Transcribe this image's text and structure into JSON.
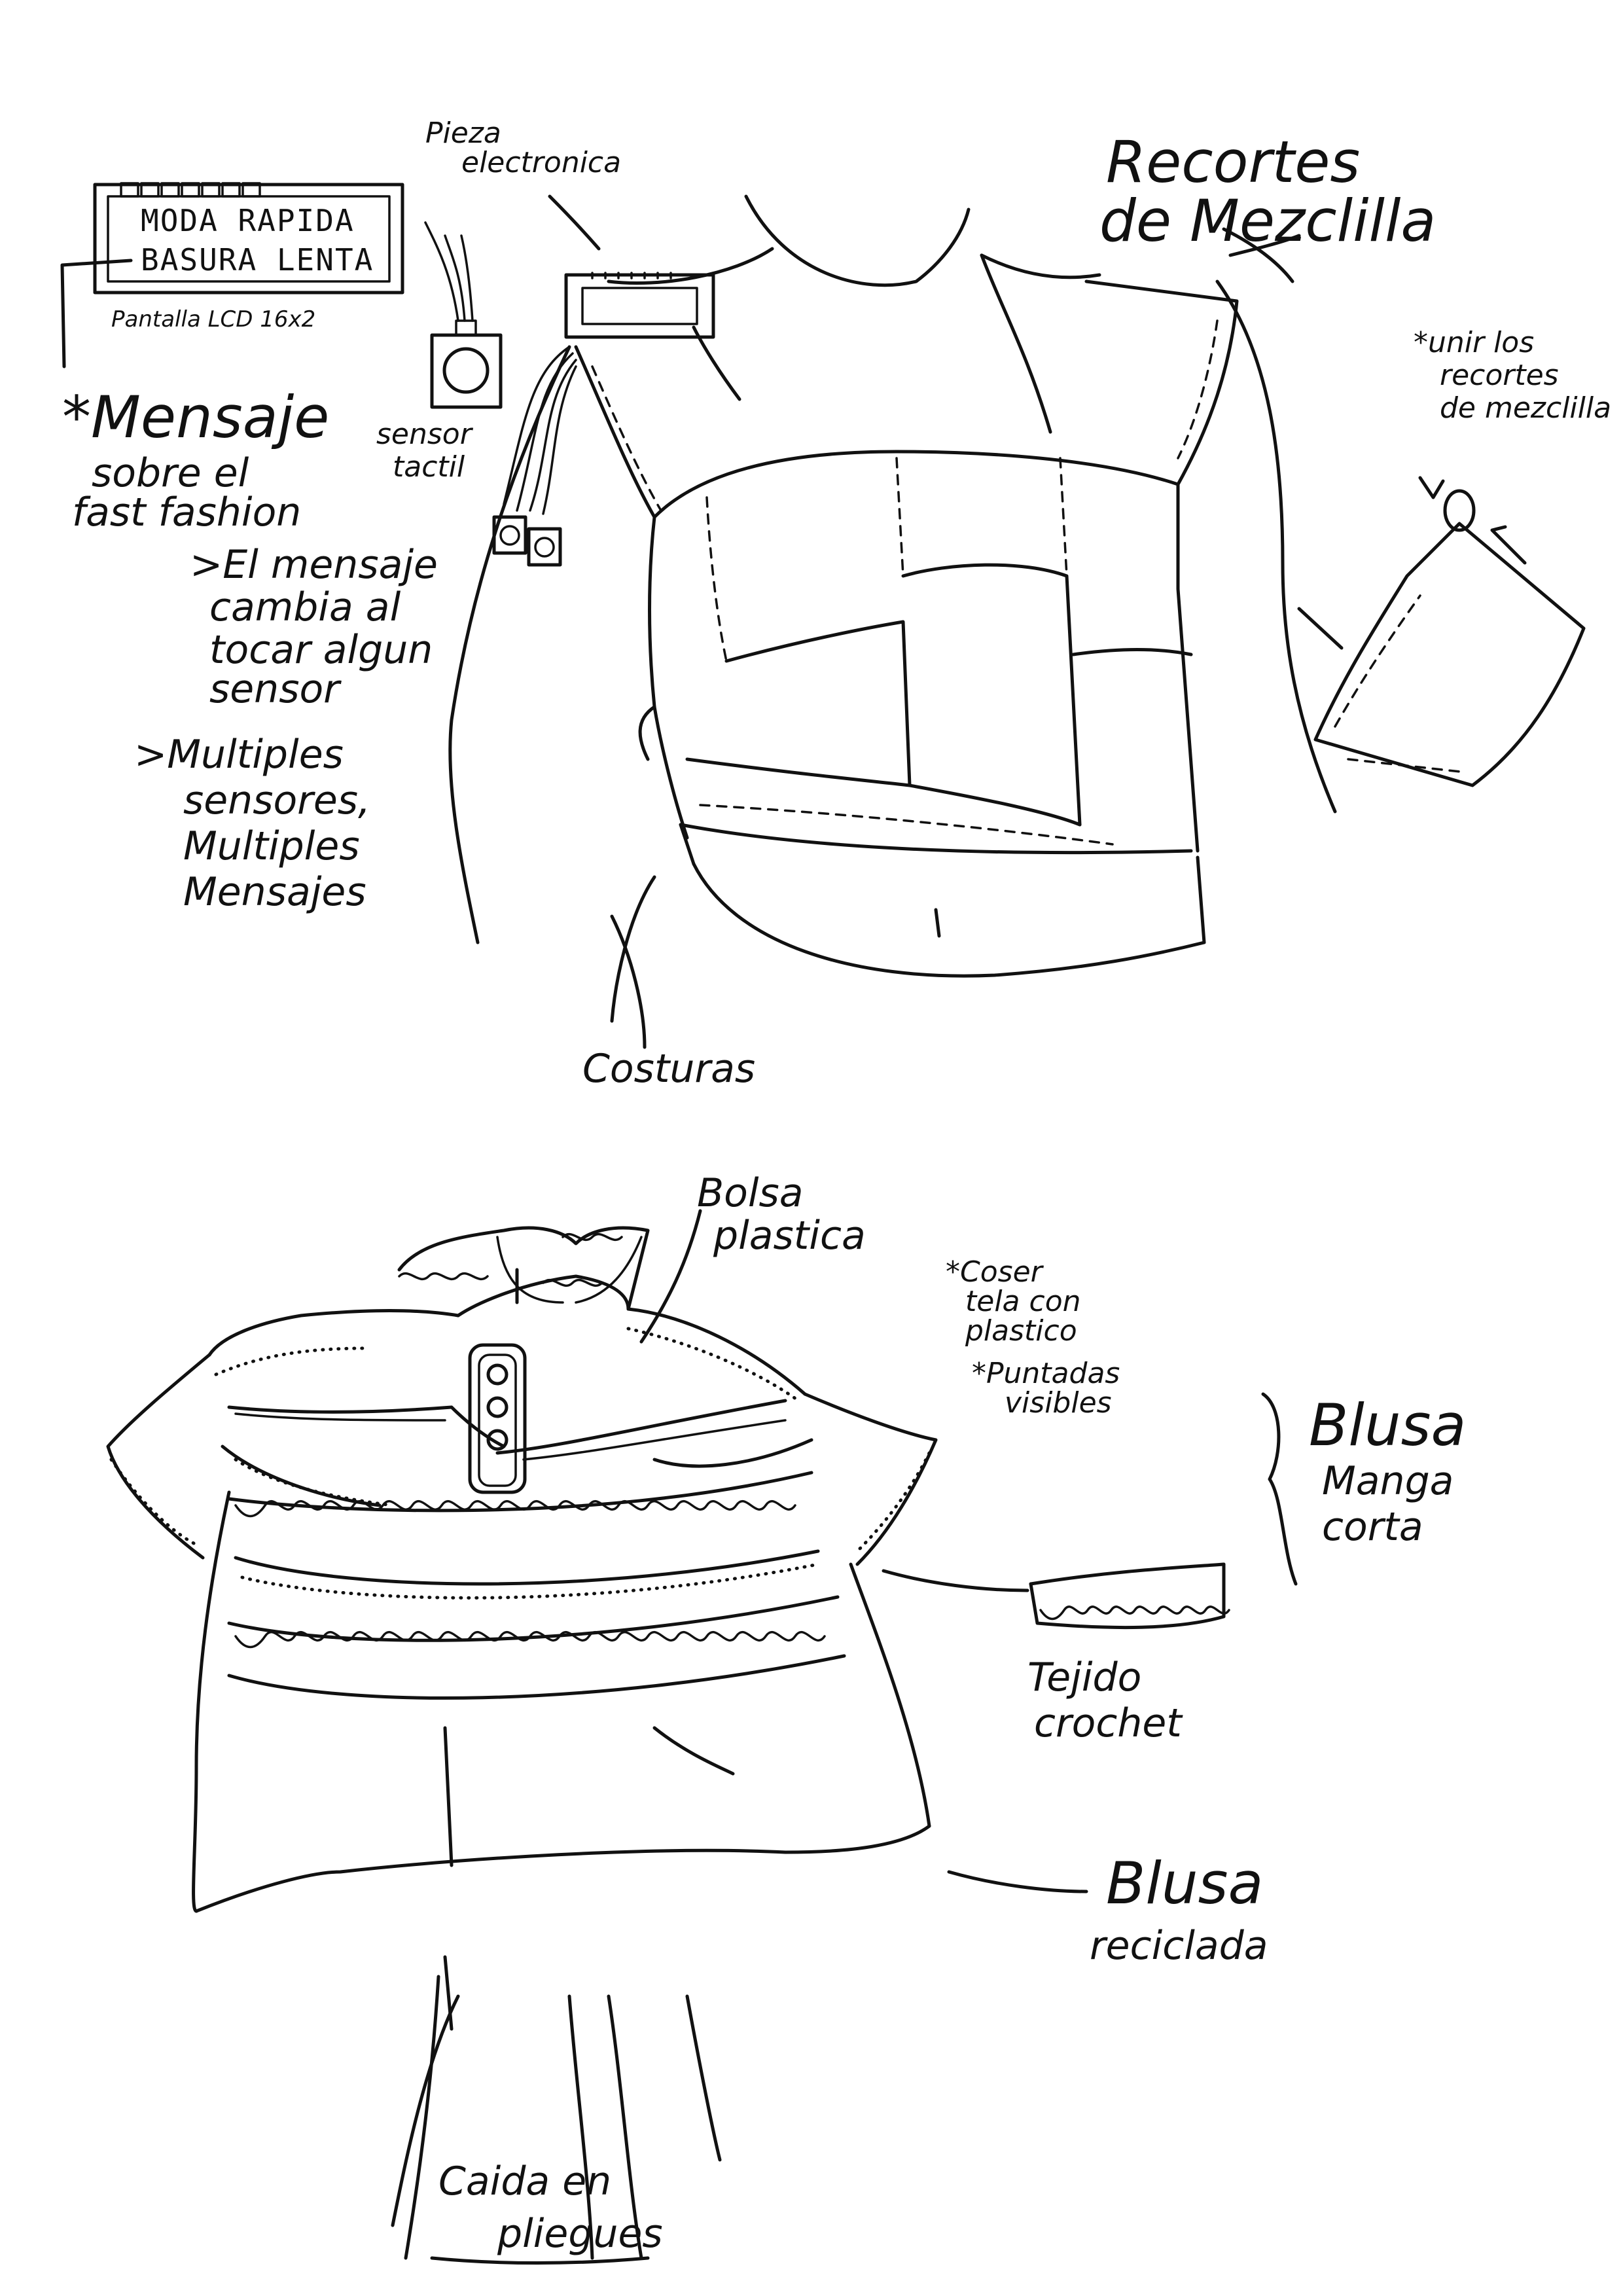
{
  "lcd": {
    "line1": "MODA RAPIDA",
    "line2": "BASURA LENTA",
    "caption": "Pantalla LCD 16x2"
  },
  "top": {
    "pieza": [
      "Pieza",
      "electronica"
    ],
    "recortes": [
      "Recortes",
      "de Mezclilla"
    ],
    "sensor": [
      "sensor",
      "tactil"
    ],
    "mensaje": [
      "*Mensaje",
      "sobre el",
      "fast fashion"
    ],
    "cambia": [
      ">El mensaje",
      "cambia al",
      "tocar algun",
      "sensor"
    ],
    "multiples": [
      ">Multiples",
      "sensores,",
      "Multiples",
      "Mensajes"
    ],
    "unir": [
      "*unir los",
      "recortes",
      "de mezclilla"
    ],
    "costuras": "Costuras"
  },
  "bottom": {
    "bolsa": [
      "Bolsa",
      "plastica"
    ],
    "coser": [
      "*Coser",
      "tela con",
      "plastico"
    ],
    "puntadas": [
      "*Puntadas",
      "visibles"
    ],
    "manga": [
      "Blusa",
      "Manga",
      "corta"
    ],
    "tejido": [
      "Tejido",
      "crochet"
    ],
    "reciclada": [
      "Blusa",
      "reciclada"
    ],
    "caida": [
      "Caida en",
      "pliegues"
    ]
  }
}
